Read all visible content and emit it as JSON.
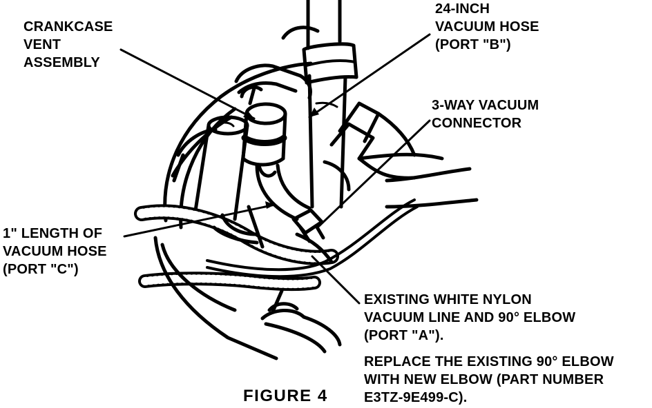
{
  "labels": {
    "crankcase": [
      "CRANKCASE",
      "VENT",
      "ASSEMBLY"
    ],
    "hose24": [
      "24-INCH",
      "VACUUM HOSE",
      "(PORT \"B\")"
    ],
    "threeway": [
      "3-WAY VACUUM",
      "CONNECTOR"
    ],
    "hose1": [
      "1\" LENGTH OF",
      "VACUUM HOSE",
      "(PORT \"C\")"
    ],
    "existing": [
      "EXISTING WHITE NYLON",
      "VACUUM LINE AND 90°   ELBOW",
      "(PORT \"A\")."
    ],
    "replace": [
      "REPLACE THE EXISTING 90° ELBOW",
      "WITH NEW ELBOW (PART NUMBER",
      "E3TZ-9E499-C)."
    ]
  },
  "figure_caption": "FIGURE 4",
  "colors": {
    "ink": "#000000",
    "paper": "#ffffff"
  }
}
